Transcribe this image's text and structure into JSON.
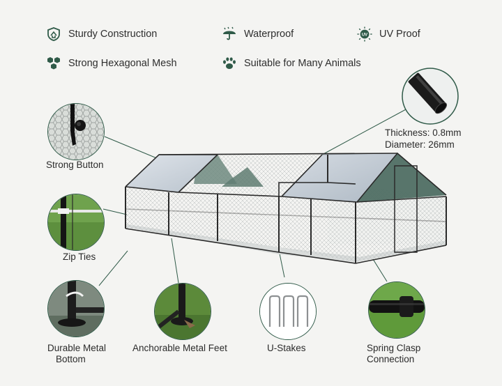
{
  "features": {
    "sturdy": "Sturdy Construction",
    "waterproof": "Waterproof",
    "uv": "UV Proof",
    "uv_badge": "UV",
    "mesh": "Strong Hexagonal Mesh",
    "animals": "Suitable for Many Animals"
  },
  "callouts": {
    "thickness": "Thickness: 0.8mm",
    "diameter": "Diameter: 26mm",
    "strong_button": "Strong Button",
    "zip_ties": "Zip Ties",
    "durable_bottom_1": "Durable Metal",
    "durable_bottom_2": "Bottom",
    "feet": "Anchorable Metal Feet",
    "ustakes": "U-Stakes",
    "spring_1": "Spring Clasp",
    "spring_2": "Connection"
  },
  "colors": {
    "icon_green": "#2f5a48",
    "frame": "#2a2a2a",
    "cover": "#c9d2dc",
    "background": "#f4f4f2"
  }
}
